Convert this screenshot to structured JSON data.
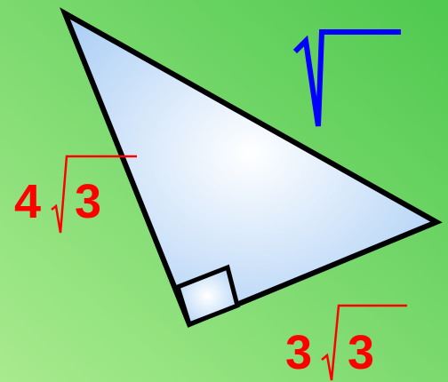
{
  "diagram": {
    "shape": "right-triangle",
    "left_leg": {
      "coefficient": "4",
      "radicand": "3"
    },
    "bottom_leg": {
      "coefficient": "3",
      "radicand": "3"
    },
    "decorative_symbol_icon": "square-root-symbol-icon"
  },
  "colors": {
    "background_light": "#a8ea8e",
    "background_dark": "#4fc94f",
    "triangle_fill_center": "#ffffff",
    "triangle_fill_edge": "#a9cdf5",
    "triangle_stroke": "#000000",
    "label_color": "#ff0000",
    "radical_symbol_color": "#0000ff"
  }
}
